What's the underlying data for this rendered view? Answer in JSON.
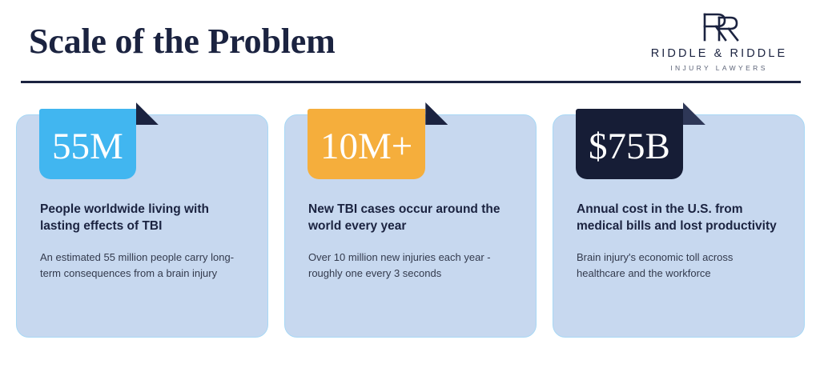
{
  "header": {
    "title": "Scale of the Problem",
    "logo": {
      "monogram": "RR-monogram",
      "name": "RIDDLE & RIDDLE",
      "tagline": "INJURY LAWYERS"
    },
    "rule_color": "#1b2340"
  },
  "colors": {
    "navy": "#1b2340",
    "card_background": "#c7d8ef",
    "card_border": "#a8d8f5",
    "badge_blue": "#41b6f0",
    "badge_orange": "#f5ae3c",
    "badge_navy": "#161d36",
    "page_background": "#ffffff"
  },
  "cards": [
    {
      "value": "55M",
      "badge_color": "#41b6f0",
      "heading": "People worldwide living with lasting effects of TBI",
      "description": "An estimated 55 million people carry long-term consequences from a brain injury"
    },
    {
      "value": "10M+",
      "badge_color": "#f5ae3c",
      "heading": "New TBI cases occur around the world every year",
      "description": "Over 10 million new injuries each year - roughly one every 3 seconds"
    },
    {
      "value": "$75B",
      "badge_color": "#161d36",
      "heading": "Annual cost in the U.S. from medical bills and lost productivity",
      "description": "Brain injury's economic toll across healthcare and the workforce"
    }
  ]
}
